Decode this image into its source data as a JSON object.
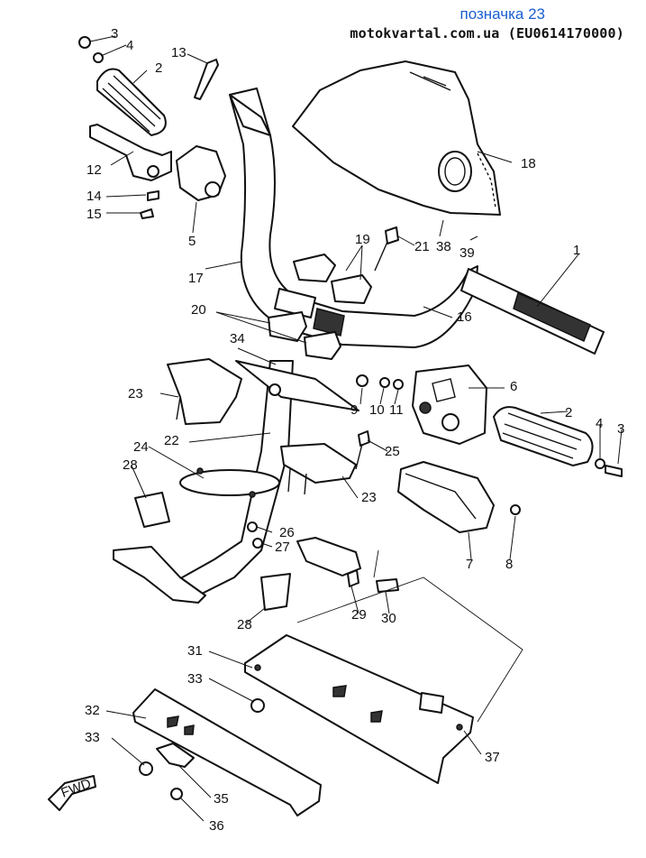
{
  "header": {
    "ref_label": "позначка 23",
    "source": "motokvartal.com.ua (EU0614170000)"
  },
  "diagram": {
    "fwd_label": "FWD",
    "callouts": {
      "c1": "1",
      "c2a": "2",
      "c2b": "2",
      "c3a": "3",
      "c3b": "3",
      "c4a": "4",
      "c4b": "4",
      "c5": "5",
      "c6": "6",
      "c7": "7",
      "c8": "8",
      "c9": "9",
      "c10": "10",
      "c11": "11",
      "c12": "12",
      "c13": "13",
      "c14": "14",
      "c15": "15",
      "c16": "16",
      "c17": "17",
      "c18": "18",
      "c19": "19",
      "c20": "20",
      "c21": "21",
      "c22": "22",
      "c23a": "23",
      "c23b": "23",
      "c24": "24",
      "c25": "25",
      "c26": "26",
      "c27": "27",
      "c28a": "28",
      "c28b": "28",
      "c29": "29",
      "c30": "30",
      "c31": "31",
      "c32": "32",
      "c33a": "33",
      "c33b": "33",
      "c34": "34",
      "c35": "35",
      "c36": "36",
      "c37": "37",
      "c38": "38",
      "c39": "39"
    }
  }
}
